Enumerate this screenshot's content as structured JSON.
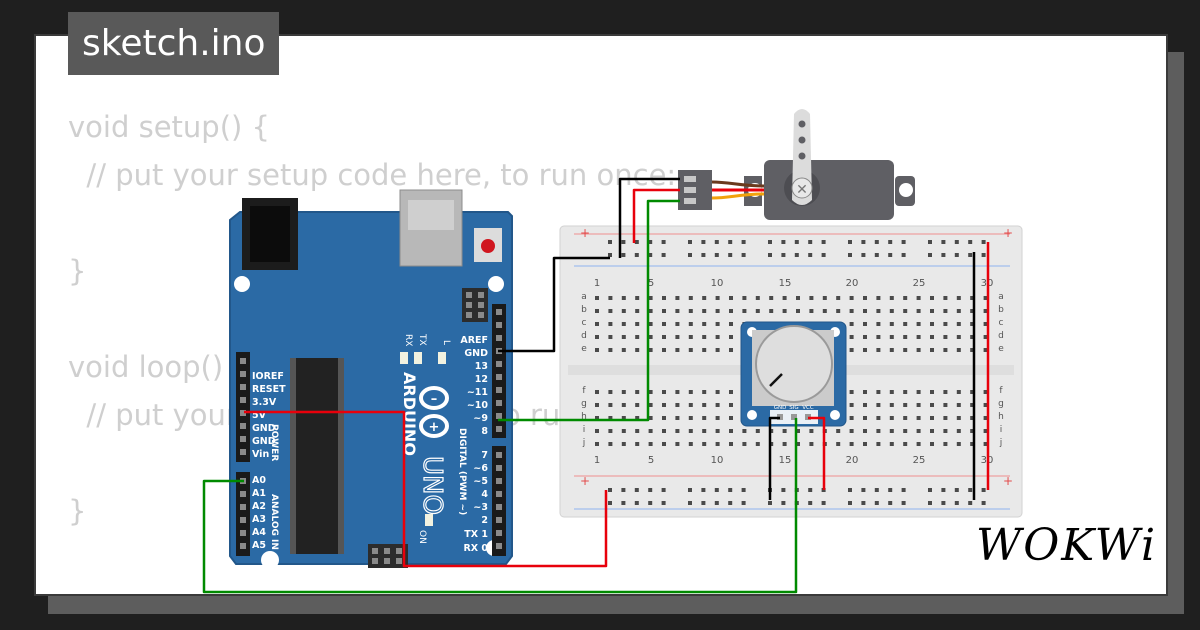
{
  "editor": {
    "file_tab": "sketch.ino",
    "code_lines": [
      "void setup() {",
      "  // put your setup code here, to run once:",
      "",
      "}",
      "",
      "void loop() {",
      "  // put your main code here, to run repeatedly:",
      "",
      "}"
    ]
  },
  "arduino": {
    "brand": "ARDUINO",
    "model": "UNO",
    "power_header": "POWER",
    "analog_header": "ANALOG IN",
    "digital_header": "DIGITAL (PWM ~)",
    "on_label": "ON",
    "led_labels": [
      "L",
      "TX",
      "RX"
    ],
    "pins_power": [
      "IOREF",
      "RESET",
      "3.3V",
      "5V",
      "GND",
      "GND",
      "Vin"
    ],
    "pins_analog": [
      "A0",
      "A1",
      "A2",
      "A3",
      "A4",
      "A5"
    ],
    "pins_digital_top": [
      "AREF",
      "GND",
      "13",
      "12",
      "~11",
      "~10",
      "~9",
      "8"
    ],
    "pins_digital_bottom": [
      "7",
      "~6",
      "~5",
      "4",
      "~3",
      "2",
      "TX 1",
      "RX 0"
    ]
  },
  "breadboard": {
    "column_numbers": [
      "1",
      "5",
      "10",
      "15",
      "20",
      "25",
      "30"
    ],
    "rows_top": [
      "a",
      "b",
      "c",
      "d",
      "e"
    ],
    "rows_bottom": [
      "f",
      "g",
      "h",
      "i",
      "j"
    ],
    "rail_plus": "+"
  },
  "potentiometer": {
    "pins": [
      "GND",
      "SIG",
      "VCC"
    ]
  },
  "footer": {
    "brand": "WOKWi"
  },
  "colors": {
    "board": "#2b6aa5",
    "wire_red": "#e8000b",
    "wire_black": "#000000",
    "wire_green": "#008a00",
    "servo_body": "#5f5f64"
  }
}
